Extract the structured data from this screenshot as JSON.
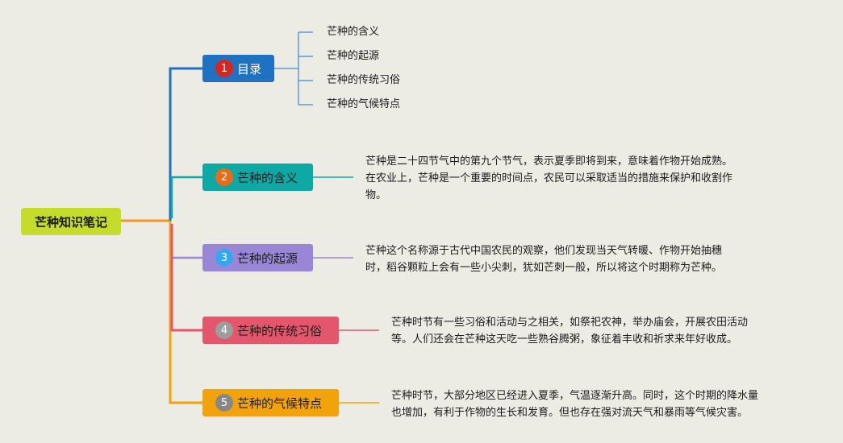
{
  "root": {
    "label": "芒种知识笔记"
  },
  "branches": [
    {
      "num": "1",
      "label": "目录",
      "color": "#1f72c2"
    },
    {
      "num": "2",
      "label": "芒种的含义",
      "color": "#0fa9a5"
    },
    {
      "num": "3",
      "label": "芒种的起源",
      "color": "#9a86d6"
    },
    {
      "num": "4",
      "label": "芒种的传统习俗",
      "color": "#e4566b"
    },
    {
      "num": "5",
      "label": "芒种的气候特点",
      "color": "#f2a20a"
    }
  ],
  "toc_items": [
    "芒种的含义",
    "芒种的起源",
    "芒种的传统习俗",
    "芒种的气候特点"
  ],
  "descriptions": {
    "meaning": [
      "芒种是二十四节气中的第九个节气，表示夏季即将到来，意味着作物开始成熟。",
      "在农业上，芒种是一个重要的时间点，农民可以采取适当的措施来保护和收割作",
      "物。"
    ],
    "origin": [
      "芒种这个名称源于古代中国农民的观察，他们发现当天气转暖、作物开始抽穗",
      "时，稻谷颗粒上会有一些小尖刺，犹如芒刺一般，所以将这个时期称为芒种。"
    ],
    "customs": [
      "芒种时节有一些习俗和活动与之相关，如祭祀农神，举办庙会，开展农田活动",
      "等。人们还会在芒种这天吃一些熟谷腾粥，象征着丰收和祈求来年好收成。"
    ],
    "climate": [
      "芒种时节，大部分地区已经进入夏季，气温逐渐升高。同时，这个时期的降水量",
      "也增加，有利于作物的生长和发育。但也存在强对流天气和暴雨等气候灾害。"
    ]
  },
  "colors": {
    "background": "#ecebe4",
    "root": "#c5dd2a",
    "trunk_upper": "#1a8fc8",
    "trunk_lower": "#f2a20a"
  }
}
